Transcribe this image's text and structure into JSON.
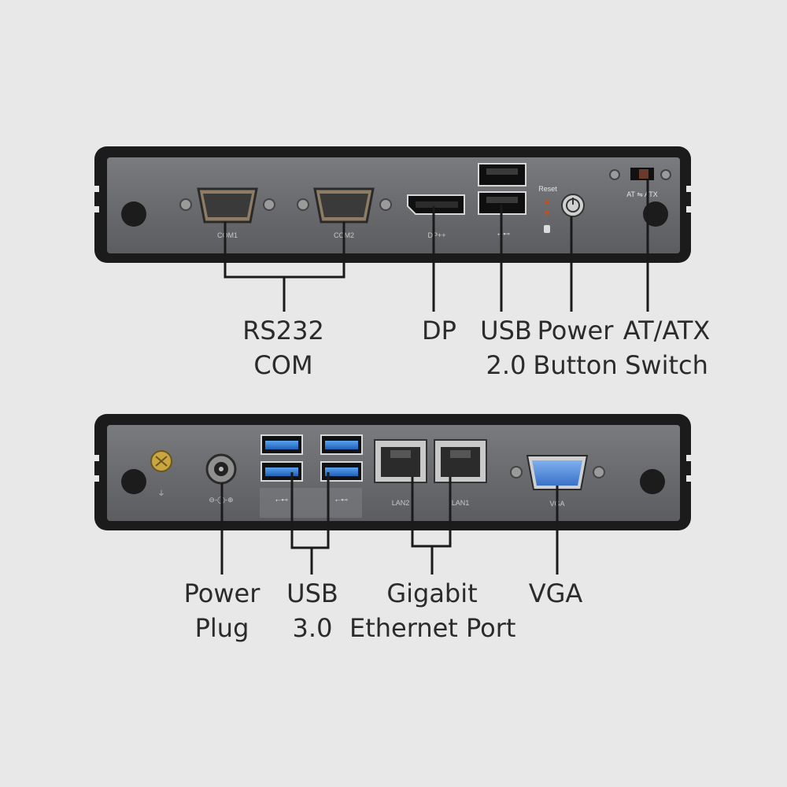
{
  "top_panel": {
    "port_labels": {
      "com1": "COM1",
      "com2": "COM2",
      "dp": "DP++",
      "reset": "Reset",
      "at_atx": "AT ⇋ ATX"
    }
  },
  "bottom_panel": {
    "port_labels": {
      "lan2": "LAN2",
      "lan1": "LAN1",
      "vga": "VGA"
    }
  },
  "callouts": {
    "rs232_com": [
      "RS232",
      "COM"
    ],
    "dp": [
      "DP"
    ],
    "usb20": [
      "USB",
      "2.0"
    ],
    "power_button": [
      "Power",
      "Button"
    ],
    "at_atx_switch": [
      "AT/ATX",
      "Switch"
    ],
    "power_plug": [
      "Power",
      "Plug"
    ],
    "usb30": [
      "USB",
      "3.0"
    ],
    "gigabit_ethernet": [
      "Gigabit",
      "Ethernet Port"
    ],
    "vga": [
      "VGA"
    ]
  },
  "colors": {
    "background": "#e8e8e8",
    "case": "#1b1b1b",
    "faceplate": "#6e6f72",
    "usb3_blue": "#2f7fd6",
    "vga_blue": "#4a86d8",
    "line": "#1a1a1a"
  }
}
